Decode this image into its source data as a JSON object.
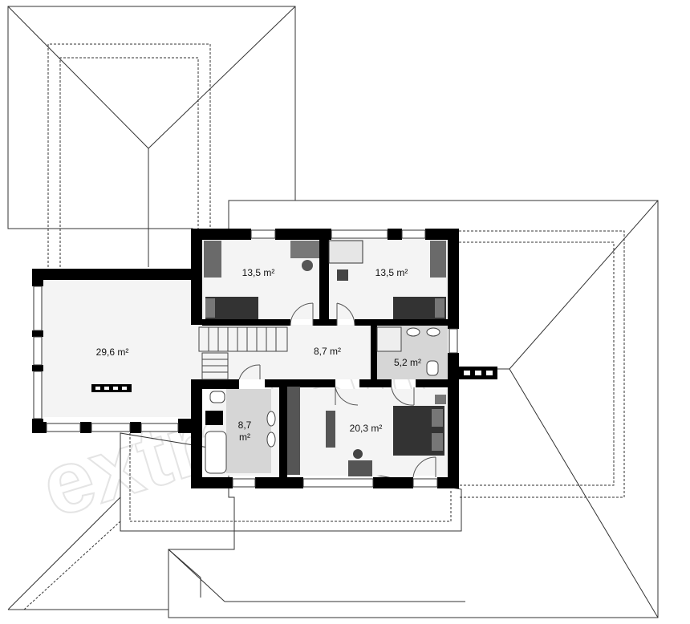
{
  "rooms": [
    {
      "id": "hall-large",
      "area": "29,6 m²"
    },
    {
      "id": "bedroom-1",
      "area": "13,5 m²"
    },
    {
      "id": "bedroom-2",
      "area": "13,5 m²"
    },
    {
      "id": "landing",
      "area": "8,7 m²"
    },
    {
      "id": "bathroom-small",
      "area": "5,2 m²"
    },
    {
      "id": "bathroom-main",
      "area_line1": "8,7",
      "area_line2": "m²"
    },
    {
      "id": "master-bedroom",
      "area": "20,3 m²"
    }
  ],
  "watermark": "extradom"
}
